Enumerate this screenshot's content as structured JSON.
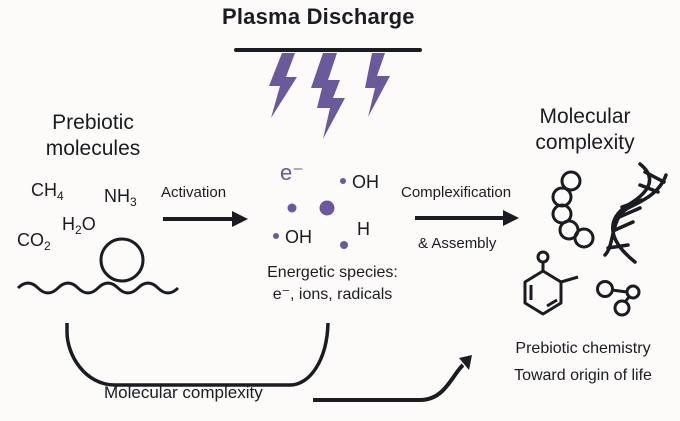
{
  "title": "Plasma Discharge",
  "left": {
    "heading_line1": "Prebiotic",
    "heading_line2": "molecules",
    "molecules": [
      {
        "base": "CH",
        "sub": "4"
      },
      {
        "base": "NH",
        "sub": "3"
      },
      {
        "base": "H",
        "sub": "2",
        "tail": "O"
      },
      {
        "base": "CO",
        "sub": "2"
      }
    ]
  },
  "arrows": {
    "activation": "Activation",
    "complexification": "Complexification",
    "assembly": "& Assembly"
  },
  "center": {
    "species": {
      "electron": "e⁻",
      "oh_top": "OH",
      "oh_bottom": "OH",
      "h": "H"
    },
    "caption_line1": "Energetic species:",
    "caption_line2": "e⁻, ions, radicals"
  },
  "right": {
    "heading_line1": "Molecular",
    "heading_line2": "complexity",
    "caption_line1": "Prebiotic chemistry",
    "caption_line2": "Toward origin of life"
  },
  "bottom": {
    "label": "Molecular complexity"
  },
  "colors": {
    "ink": "#1b1c22",
    "lightning": "#6a5a9c",
    "background": "#fcfbf9"
  },
  "icons": [
    "lightning-bolt-icon",
    "molecule-chain-icon",
    "dna-helix-icon",
    "benzene-ring-icon",
    "molecule-cluster-icon",
    "wavy-chain-icon"
  ]
}
